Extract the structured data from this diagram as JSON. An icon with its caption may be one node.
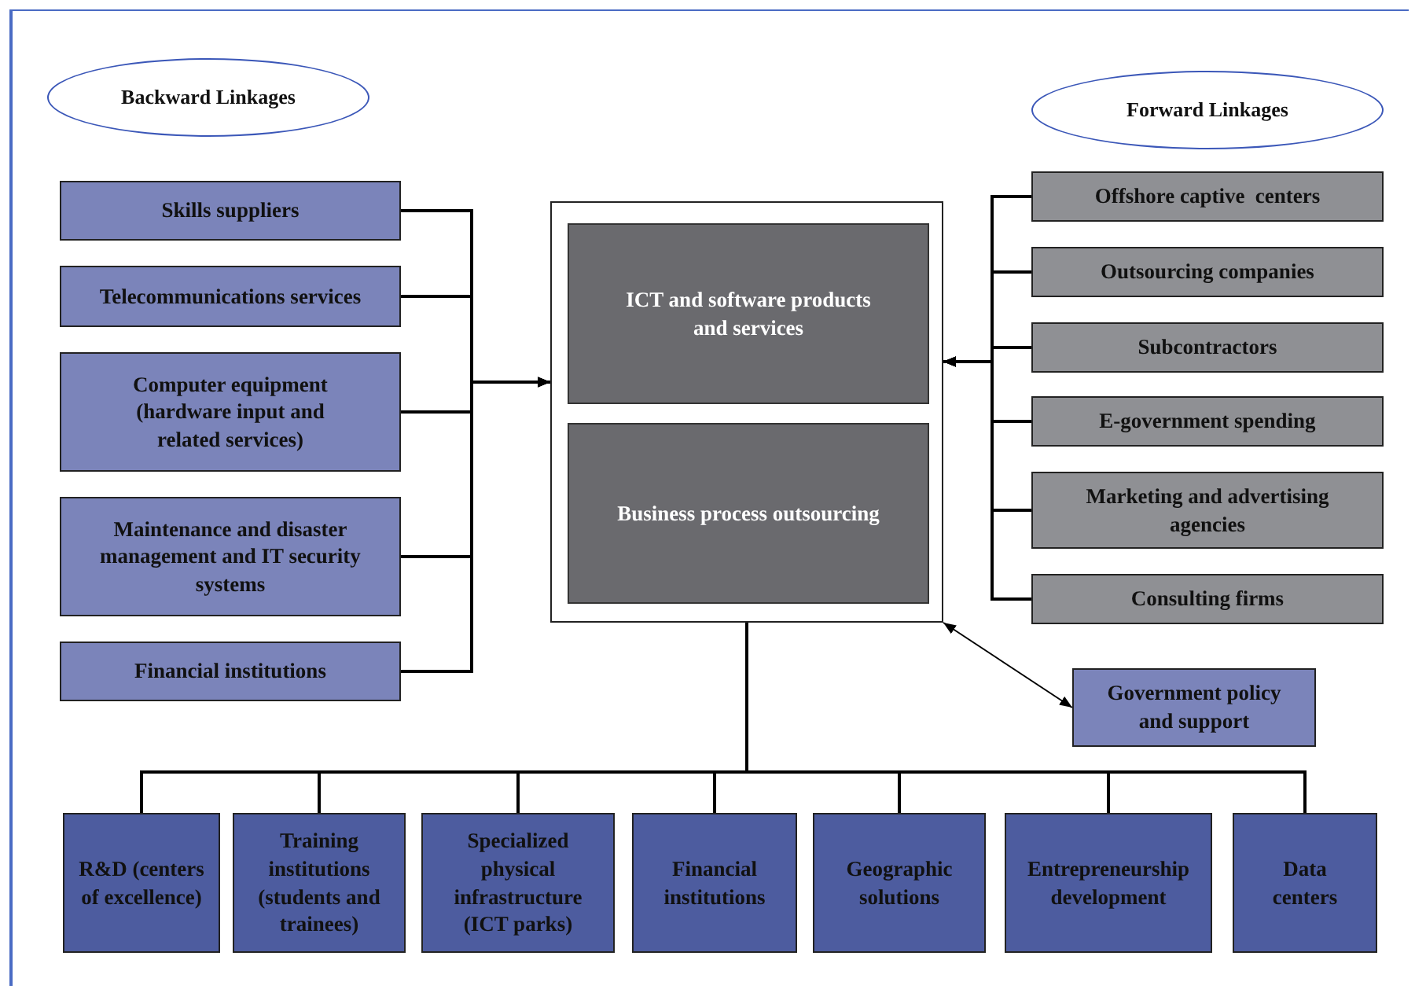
{
  "diagram": {
    "nodes": [
      {
        "text": [
          "Backward Linkages"
        ]
      },
      {
        "text": [
          "Forward Linkages"
        ]
      },
      {
        "text": [],
        "shape": "box"
      },
      {
        "text": [
          "ICT and software products and services"
        ],
        "in": 2
      },
      {
        "text": [
          "Business process outsourcing"
        ],
        "in": 2
      },
      {
        "text": [
          "Skills suppliers"
        ]
      },
      {
        "text": [
          "Telecommunications services"
        ]
      },
      {
        "text": [
          "Computer equipment (hardware input and related services)"
        ]
      },
      {
        "text": [
          "Maintenance and disaster management and IT security systems"
        ]
      },
      {
        "text": [
          "Financial institutions"
        ]
      },
      {
        "text": [
          "Offshore captive  centers"
        ]
      },
      {
        "text": [
          "Outsourcing companies"
        ]
      },
      {
        "text": [
          "Subcontractors"
        ]
      },
      {
        "text": [
          "E-government spending"
        ]
      },
      {
        "text": [
          "Marketing and advertising agencies"
        ]
      },
      {
        "text": [
          "Consulting firms"
        ]
      },
      {
        "text": [
          "Government policy and support"
        ]
      },
      {
        "text": [
          "R&D (centers of excellence)"
        ]
      },
      {
        "text": [
          "Training institutions (students and trainees)"
        ]
      },
      {
        "text": [
          "Specialized physical infrastructure (ICT parks)"
        ]
      },
      {
        "text": [
          "Financial institutions"
        ]
      },
      {
        "text": [
          "Geographic solutions"
        ]
      },
      {
        "text": [
          "Entrepreneurship development"
        ]
      },
      {
        "text": [
          "Data centers"
        ]
      }
    ],
    "edges": [
      {
        "from": 5,
        "to": 2,
        "arrow": "to"
      },
      {
        "from": 6,
        "to": 2,
        "arrow": "to"
      },
      {
        "from": 7,
        "to": 2,
        "arrow": "to"
      },
      {
        "from": 8,
        "to": 2,
        "arrow": "to"
      },
      {
        "from": 9,
        "to": 2,
        "arrow": "to"
      },
      {
        "from": 10,
        "to": 2,
        "arrow": "to"
      },
      {
        "from": 11,
        "to": 2,
        "arrow": "to"
      },
      {
        "from": 12,
        "to": 2,
        "arrow": "to"
      },
      {
        "from": 13,
        "to": 2,
        "arrow": "to"
      },
      {
        "from": 14,
        "to": 2,
        "arrow": "to"
      },
      {
        "from": 15,
        "to": 2,
        "arrow": "to"
      },
      {
        "from": 16,
        "to": 2,
        "arrow": "both"
      },
      {
        "from": 2,
        "to": 17,
        "arrow": "none"
      },
      {
        "from": 2,
        "to": 18,
        "arrow": "none"
      },
      {
        "from": 2,
        "to": 19,
        "arrow": "none"
      },
      {
        "from": 2,
        "to": 20,
        "arrow": "none"
      },
      {
        "from": 2,
        "to": 21,
        "arrow": "none"
      },
      {
        "from": 2,
        "to": 22,
        "arrow": "none"
      },
      {
        "from": 2,
        "to": 23,
        "arrow": "none"
      }
    ]
  }
}
